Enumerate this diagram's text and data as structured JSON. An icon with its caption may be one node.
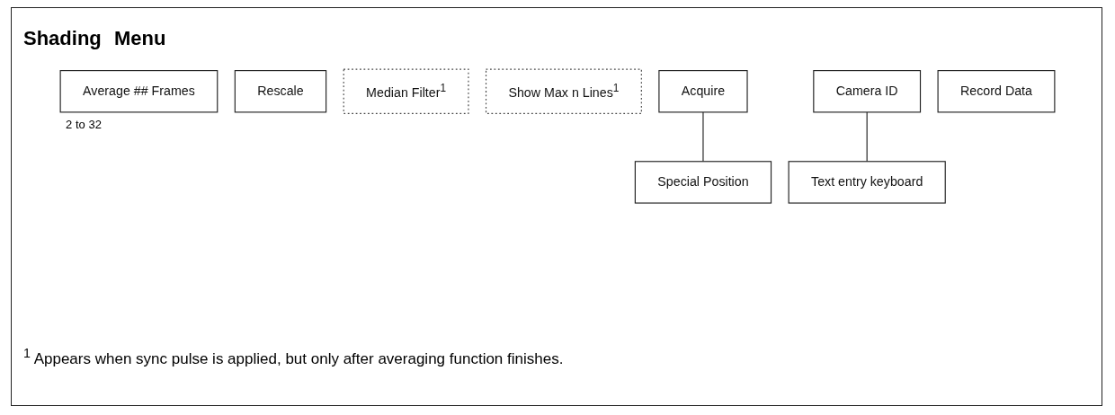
{
  "diagram": {
    "title": "Shading Menu",
    "nodes": [
      {
        "text": [
          "Average ## Frames"
        ],
        "beside": [
          "2 to 32"
        ]
      },
      {
        "text": [
          "Rescale"
        ]
      },
      {
        "text": [
          "Median Filter$^{1}$"
        ]
      },
      {
        "text": [
          "Show Max n Lines$^{1}$"
        ]
      },
      {
        "text": [
          "Acquire"
        ]
      },
      {
        "text": [
          "Camera ID"
        ]
      },
      {
        "text": [
          "Record Data"
        ]
      },
      {
        "text": [
          "Special Position"
        ]
      },
      {
        "text": [
          "Text entry keyboard"
        ]
      }
    ],
    "edges": [
      {
        "from": 4,
        "to": 7,
        "arrow": "none"
      },
      {
        "from": 5,
        "to": 8,
        "arrow": "none"
      }
    ],
    "labels": [
      "$^{1}$ Appears when sync pulse is applied, but only after averaging function finishes."
    ]
  }
}
